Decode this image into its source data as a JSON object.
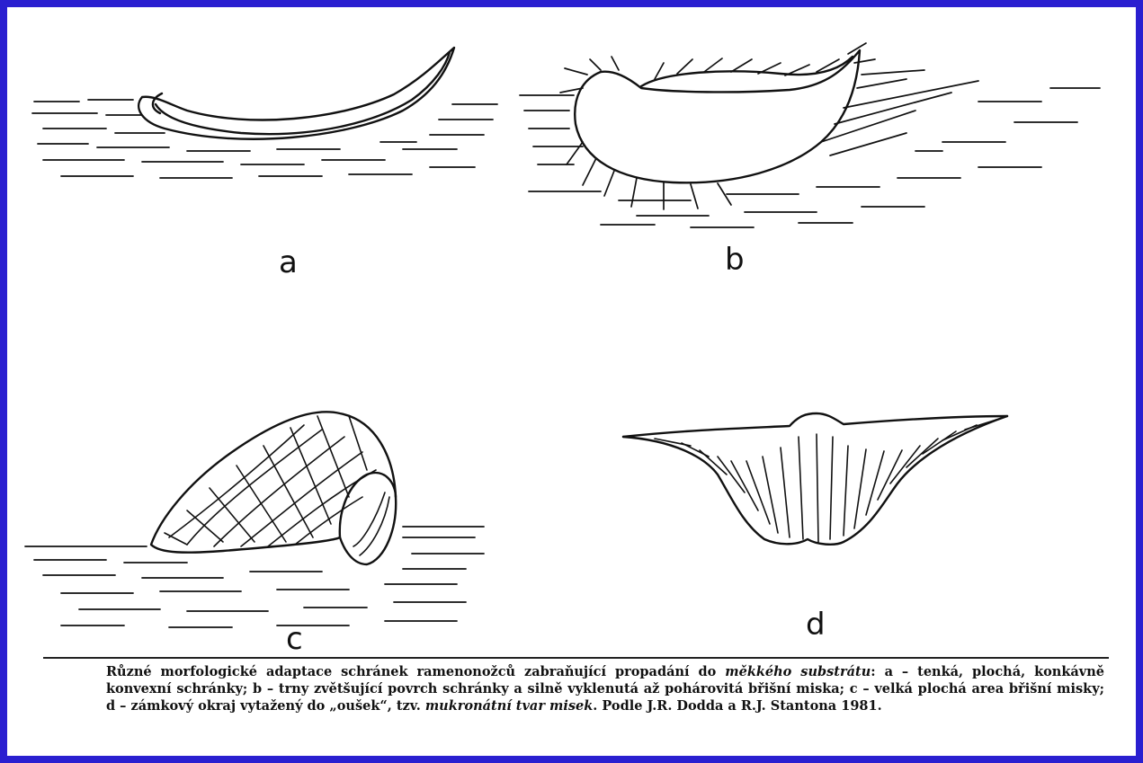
{
  "figure": {
    "labels": {
      "a": "a",
      "b": "b",
      "c": "c",
      "d": "d"
    }
  },
  "caption": {
    "prefix": "Různé morfologické adaptace schránek ramenonožců zabraňující propadání do ",
    "italic1": "měkkého substrátu",
    "part2": ": a – tenká, plochá, konkávně konvexní schránky; b – trny zvětšující povrch schránky a silně vyklenutá až pohárovitá břišní miska; c – velká plochá area břišní misky; d – zámkový okraj vytažený do „oušek“, tzv. ",
    "italic2": "mukronátní tvar misek",
    "suffix": ". Podle J.R. Dodda a R.J. Stantona 1981."
  },
  "colors": {
    "frame": "#2a1fd0",
    "paper": "#ffffff",
    "ink": "#111111"
  }
}
